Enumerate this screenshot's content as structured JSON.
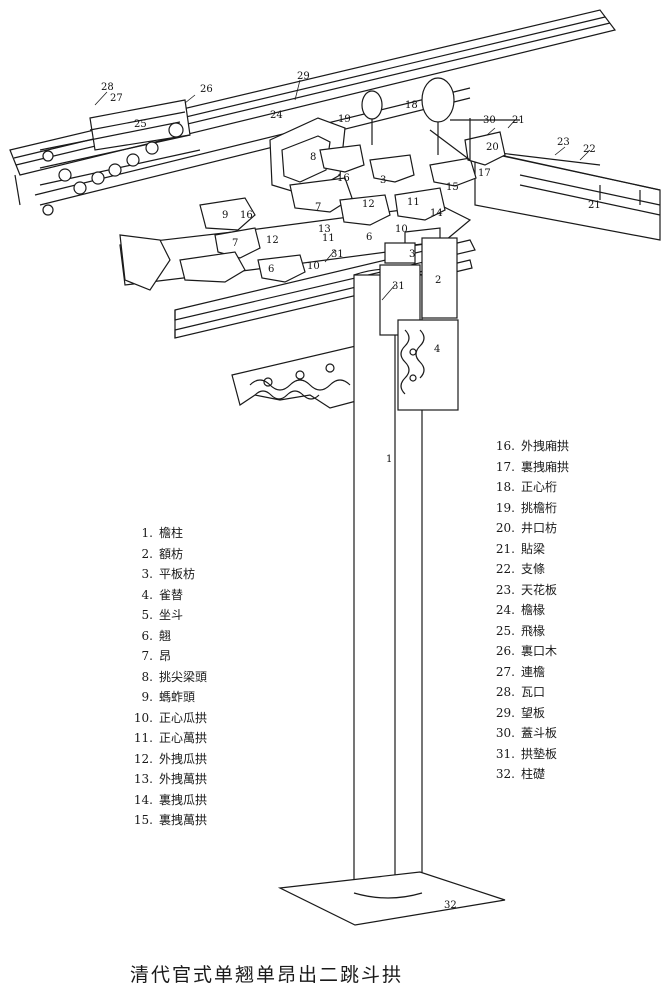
{
  "caption": "清代官式单翘单昂出二跳斗拱",
  "callouts": {
    "pillar": "1",
    "base": "32",
    "n2": "2",
    "n3": "3",
    "n4": "4",
    "n6": "6",
    "n7": "7",
    "n8": "8",
    "n9": "9",
    "n10": "10",
    "n11": "11",
    "n12": "12",
    "n13": "13",
    "n14": "14",
    "n15": "15",
    "n16": "16",
    "n17": "17",
    "n18": "18",
    "n19": "19",
    "n20": "20",
    "n21": "21",
    "n21b": "21",
    "n22": "22",
    "n23": "23",
    "n24": "24",
    "n25": "25",
    "n26": "26",
    "n27": "27",
    "n28": "28",
    "n29": "29",
    "n30": "30",
    "n31": "31",
    "n31b": "31"
  },
  "legend": {
    "left": [
      {
        "num": "1.",
        "name": "檐柱"
      },
      {
        "num": "2.",
        "name": "額枋"
      },
      {
        "num": "3.",
        "name": "平板枋"
      },
      {
        "num": "4.",
        "name": "雀替"
      },
      {
        "num": "5.",
        "name": "坐斗"
      },
      {
        "num": "6.",
        "name": "翹"
      },
      {
        "num": "7.",
        "name": "昂"
      },
      {
        "num": "8.",
        "name": "挑尖梁頭"
      },
      {
        "num": "9.",
        "name": "螞蚱頭"
      },
      {
        "num": "10.",
        "name": "正心瓜拱"
      },
      {
        "num": "11.",
        "name": "正心萬拱"
      },
      {
        "num": "12.",
        "name": "外拽瓜拱"
      },
      {
        "num": "13.",
        "name": "外拽萬拱"
      },
      {
        "num": "14.",
        "name": "裏拽瓜拱"
      },
      {
        "num": "15.",
        "name": "裏拽萬拱"
      }
    ],
    "right": [
      {
        "num": "16.",
        "name": "外拽廂拱"
      },
      {
        "num": "17.",
        "name": "裏拽廂拱"
      },
      {
        "num": "18.",
        "name": "正心桁"
      },
      {
        "num": "19.",
        "name": "挑檐桁"
      },
      {
        "num": "20.",
        "name": "井口枋"
      },
      {
        "num": "21.",
        "name": "貼梁"
      },
      {
        "num": "22.",
        "name": "支條"
      },
      {
        "num": "23.",
        "name": "天花板"
      },
      {
        "num": "24.",
        "name": "檐椽"
      },
      {
        "num": "25.",
        "name": "飛椽"
      },
      {
        "num": "26.",
        "name": "裏口木"
      },
      {
        "num": "27.",
        "name": "連檐"
      },
      {
        "num": "28.",
        "name": "瓦口"
      },
      {
        "num": "29.",
        "name": "望板"
      },
      {
        "num": "30.",
        "name": "蓋斗板"
      },
      {
        "num": "31.",
        "name": "拱墊板"
      },
      {
        "num": "32.",
        "name": "柱礎"
      }
    ]
  }
}
